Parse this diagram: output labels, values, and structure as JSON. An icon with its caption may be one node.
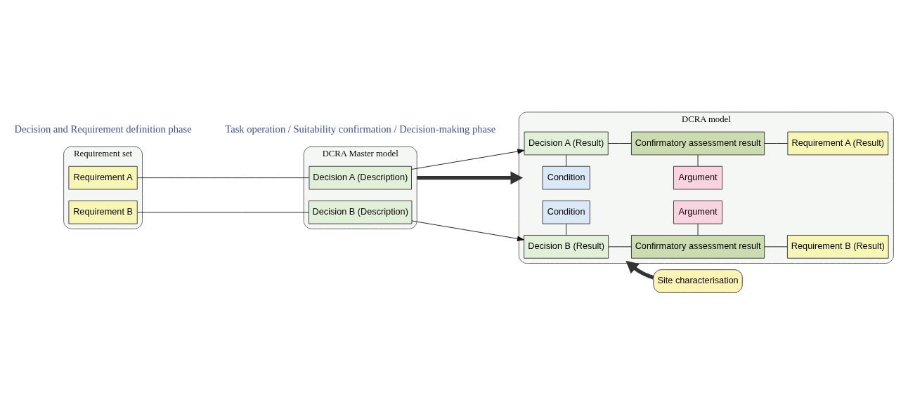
{
  "diagram": {
    "nodes": [
      {
        "text": [
          "Requirement set"
        ]
      },
      {
        "text": [
          "Requirement A"
        ],
        "in": 0
      },
      {
        "text": [
          "Requirement B"
        ],
        "in": 0
      },
      {
        "text": [
          "DCRA Master model"
        ]
      },
      {
        "text": [
          "Decision A (Description)"
        ],
        "in": 3
      },
      {
        "text": [
          "Decision B (Description)"
        ],
        "in": 3
      },
      {
        "text": [
          "DCRA model"
        ]
      },
      {
        "text": [
          "Condition"
        ],
        "in": 6
      },
      {
        "text": [
          "Argument"
        ],
        "in": 6
      },
      {
        "text": [
          "Decision A (Result)"
        ],
        "in": 6
      },
      {
        "text": [
          "Confirmatory assessment result"
        ],
        "in": 6
      },
      {
        "text": [
          "Requirement A (Result)"
        ],
        "in": 6
      },
      {
        "text": [
          "Decision B (Result)"
        ],
        "in": 6
      },
      {
        "text": [
          "Confirmatory assessment result"
        ],
        "in": 6
      },
      {
        "text": [
          "Requirement B (Result)"
        ],
        "in": 6
      },
      {
        "text": [
          "Condition"
        ],
        "in": 6
      },
      {
        "text": [
          "Argument"
        ],
        "in": 6
      },
      {
        "text": [
          "Site characterisation"
        ]
      }
    ],
    "edges": [
      {
        "from": 1,
        "to": 4,
        "arrow": "none"
      },
      {
        "from": 4,
        "to": 9,
        "arrow": "to"
      },
      {
        "from": 2,
        "to": 5,
        "arrow": "none"
      },
      {
        "from": 5,
        "to": 12,
        "arrow": "to"
      },
      {
        "from": 7,
        "to": 9,
        "arrow": "none"
      },
      {
        "from": 8,
        "to": 10,
        "arrow": "none"
      },
      {
        "from": 9,
        "to": 10,
        "arrow": "none"
      },
      {
        "from": 10,
        "to": 11,
        "arrow": "none"
      },
      {
        "from": 12,
        "to": 13,
        "arrow": "none"
      },
      {
        "from": 13,
        "to": 14,
        "arrow": "none"
      },
      {
        "from": 12,
        "to": 15,
        "arrow": "none"
      },
      {
        "from": 13,
        "to": 16,
        "arrow": "none"
      },
      {
        "from": 3,
        "to": 6,
        "arrow": "to",
        "style": "thick"
      },
      {
        "from": 17,
        "to": 6,
        "arrow": "to",
        "style": "thick"
      }
    ],
    "labels": [
      "Decision and Requirement definition phase",
      "Task operation / Suitability confirmation / Decision-making phase"
    ]
  }
}
